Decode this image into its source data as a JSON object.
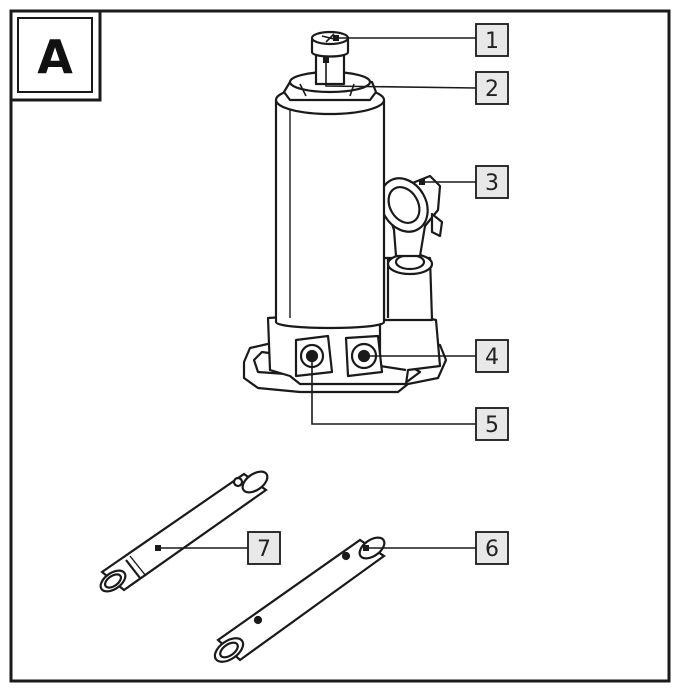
{
  "figure": {
    "letter": "A"
  },
  "callouts": [
    {
      "number": "1",
      "target": "saddle-screw"
    },
    {
      "number": "2",
      "target": "ram-collar"
    },
    {
      "number": "3",
      "target": "handle-socket"
    },
    {
      "number": "4",
      "target": "release-valve"
    },
    {
      "number": "5",
      "target": "filler-plug"
    },
    {
      "number": "6",
      "target": "handle-rod-lower"
    },
    {
      "number": "7",
      "target": "handle-rod-upper"
    }
  ],
  "colors": {
    "line": "#1a1a1a",
    "fill": "#ffffff",
    "label_box": "#e8e8e8"
  }
}
